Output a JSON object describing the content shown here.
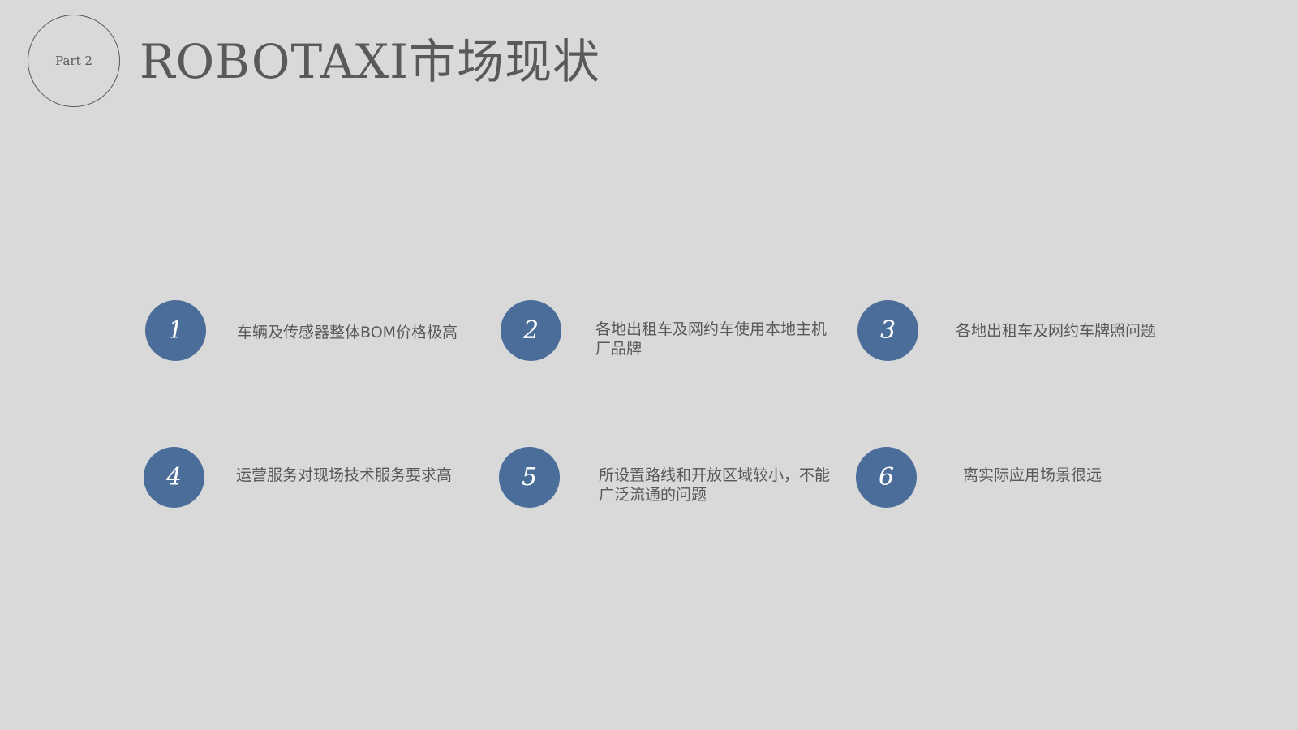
{
  "header": {
    "part_label": "Part 2",
    "title": "ROBOTAXI市场现状"
  },
  "items": [
    {
      "number": "1",
      "text": "车辆及传感器整体BOM价格极高"
    },
    {
      "number": "2",
      "text": "各地出租车及网约车使用本地主机厂品牌"
    },
    {
      "number": "3",
      "text": "各地出租车及网约车牌照问题"
    },
    {
      "number": "4",
      "text": "运营服务对现场技术服务要求高"
    },
    {
      "number": "5",
      "text": "所设置路线和开放区域较小，不能广泛流通的问题"
    },
    {
      "number": "6",
      "text": "离实际应用场景很远"
    }
  ],
  "colors": {
    "background": "#d9d9d9",
    "accent": "#4a6e99",
    "text": "#595959"
  }
}
